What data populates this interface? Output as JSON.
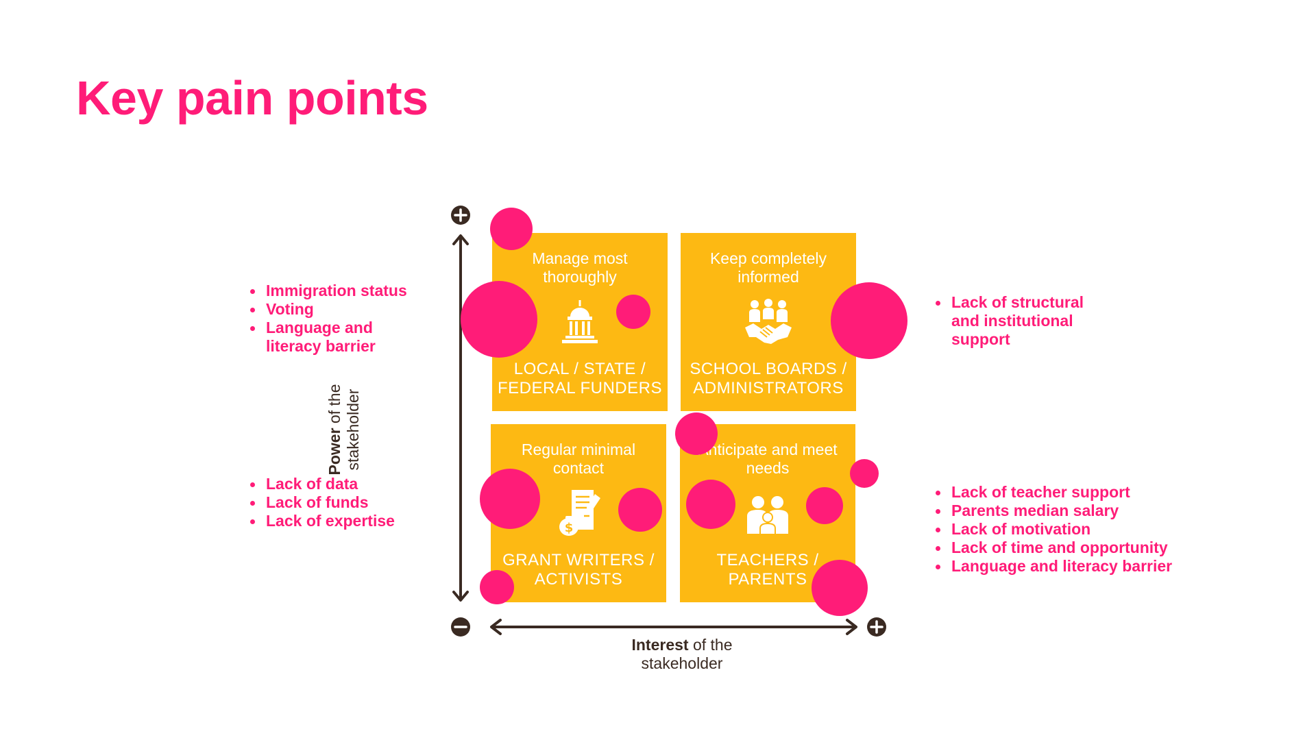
{
  "title": "Key pain points",
  "colors": {
    "accent": "#ff1c78",
    "quadrant": "#fdb913",
    "axis": "#3a2a22"
  },
  "axes": {
    "y_label_bold": "Power",
    "y_label_rest": "of the stakeholder",
    "x_label_bold": "Interest",
    "x_label_rest": "of the stakeholder",
    "plus_icon": "plus-circle-icon",
    "minus_icon": "minus-circle-icon"
  },
  "quadrants": [
    {
      "strategy": "Manage most thoroughly",
      "stakeholder": "LOCAL / STATE / FEDERAL FUNDERS",
      "icon": "government-building-icon"
    },
    {
      "strategy": "Keep completely informed",
      "stakeholder": "SCHOOL BOARDS / ADMINISTRATORS",
      "icon": "handshake-icon"
    },
    {
      "strategy": "Regular minimal contact",
      "stakeholder": "GRANT WRITERS / ACTIVISTS",
      "icon": "grant-document-icon"
    },
    {
      "strategy": "Anticipate and meet needs",
      "stakeholder": "TEACHERS / PARENTS",
      "icon": "family-icon"
    }
  ],
  "pain_points": {
    "top_left": [
      "Immigration status",
      "Voting",
      "Language and literacy barrier"
    ],
    "bottom_left": [
      "Lack of data",
      "Lack of funds",
      "Lack of expertise"
    ],
    "top_right": [
      "Lack of structural and institutional support"
    ],
    "bottom_right": [
      "Lack of teacher support",
      "Parents median salary",
      "Lack of motivation",
      "Lack of time and opportunity",
      "Language and literacy barrier"
    ]
  }
}
